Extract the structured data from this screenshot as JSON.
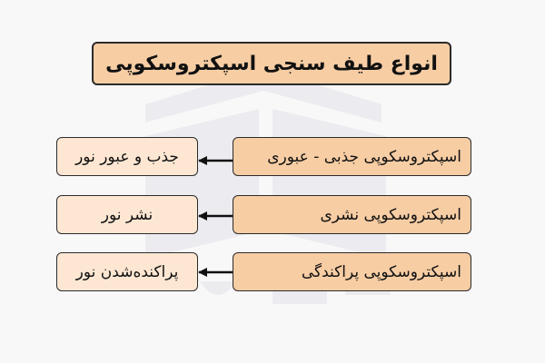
{
  "title": "انواع طیف سنجی اسپکتروسکوپی",
  "rows": [
    {
      "method": "اسپکتروسکوپی جذبی - عبوری",
      "result": "جذب و عبور نور"
    },
    {
      "method": "اسپکتروسکوپی نشری",
      "result": "نشر نور"
    },
    {
      "method": "اسپکتروسکوپی پراکندگی",
      "result": "پراکنده‌شدن نور"
    }
  ],
  "colors": {
    "title_fill": "#f7cda4",
    "method_fill": "#f7cda4",
    "result_fill": "#fde7d3",
    "border": "#2b2b2b",
    "arrow": "#111111"
  }
}
